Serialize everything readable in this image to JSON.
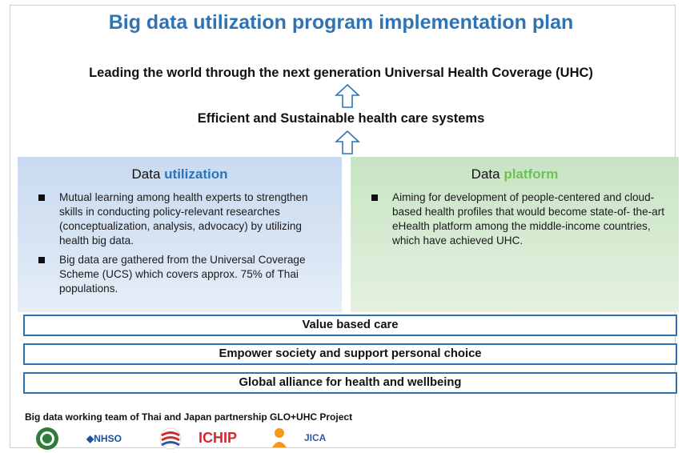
{
  "title": "Big data utilization program implementation plan",
  "goals": {
    "top": "Leading the world through the next generation Universal Health Coverage (UHC)",
    "middle": "Efficient and Sustainable health care systems"
  },
  "panels": {
    "utilization": {
      "title_prefix": "Data ",
      "title_accent": "utilization",
      "bullets": [
        "Mutual learning among health experts to strengthen skills in conducting policy-relevant researches (conceptualization, analysis, advocacy) by utilizing health big data.",
        "Big data are gathered from the Universal Coverage Scheme (UCS) which covers approx. 75% of Thai populations."
      ]
    },
    "platform": {
      "title_prefix": "Data ",
      "title_accent": "platform",
      "bullets": [
        "Aiming for development of people-centered and cloud-based health profiles that would become state-of- the-art eHealth platform among the middle-income countries, which have achieved UHC."
      ]
    }
  },
  "bars": [
    "Value based care",
    "Empower society and support personal choice",
    "Global alliance for health and wellbeing"
  ],
  "footer": {
    "team": "Big data working team of Thai and Japan partnership GLO+UHC Project",
    "logos": [
      "moph-seal-logo",
      "nhso-logo",
      "red-wave-logo",
      "ichip-logo",
      "orange-figure-logo",
      "jica-logo"
    ],
    "logo_text_nhso": "NHSO",
    "logo_text_ichip": "ICHIP",
    "logo_text_jica": "JICA"
  },
  "colors": {
    "title": "#2e74b5",
    "bar_border": "#2e74b5",
    "utilization_panel": "#d4e2f3",
    "platform_panel": "#d3e9cf",
    "platform_accent": "#70c05a"
  }
}
